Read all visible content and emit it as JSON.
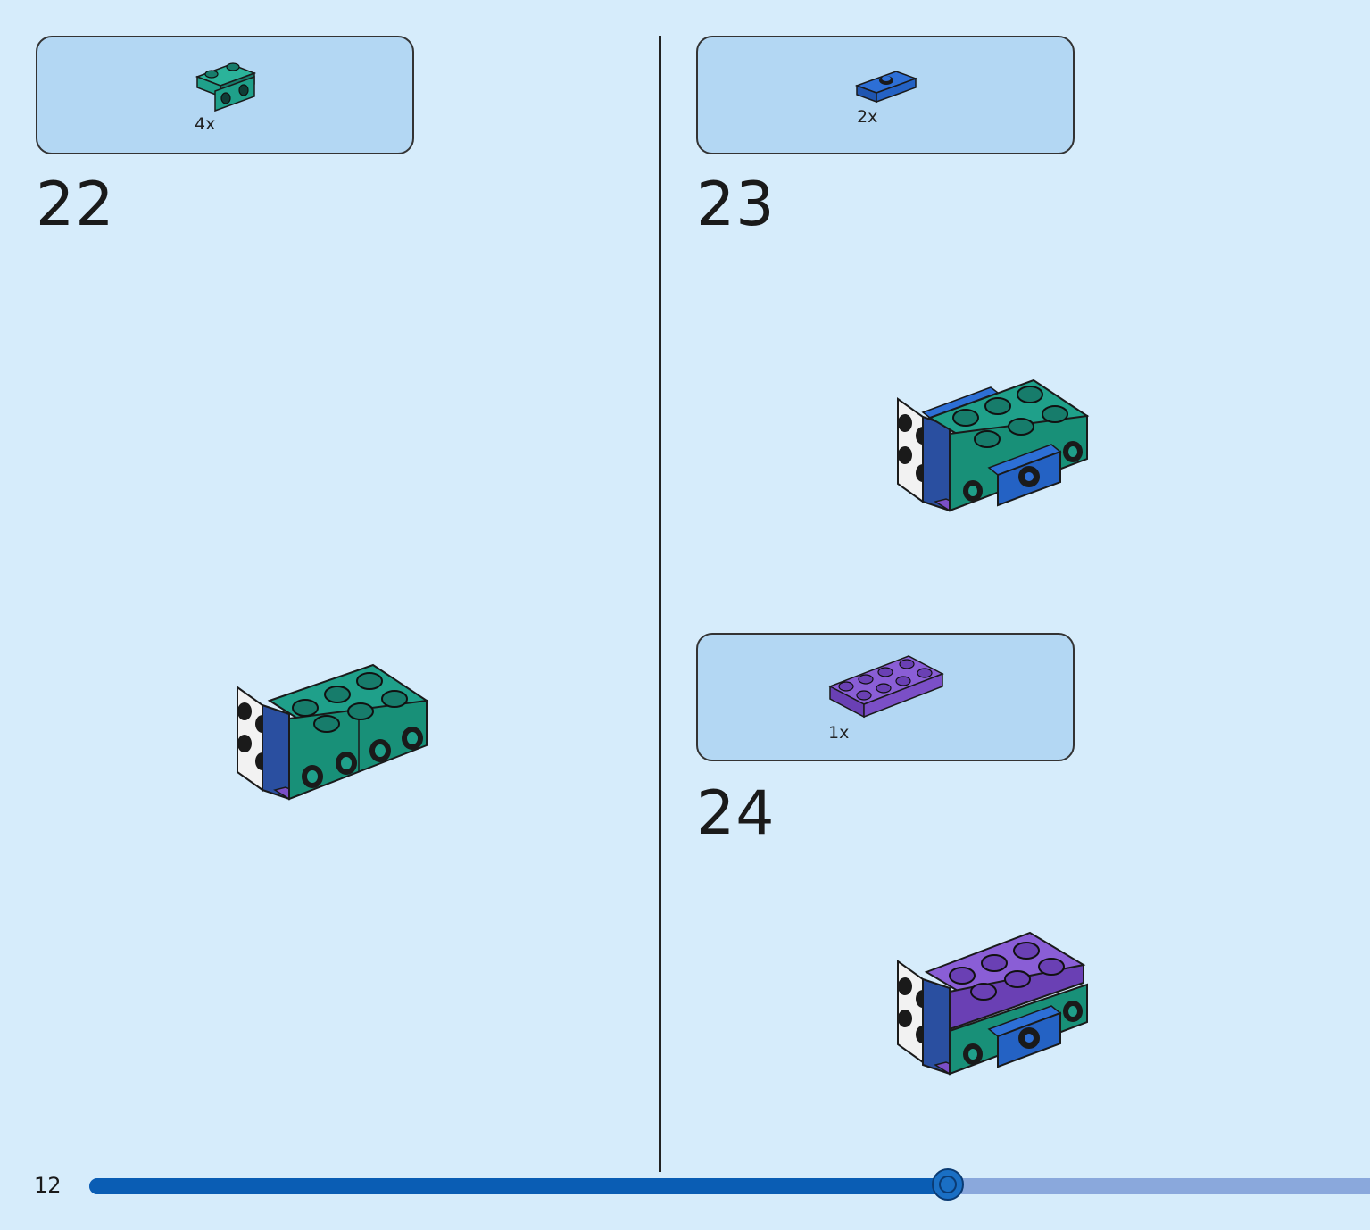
{
  "page": {
    "number": "12"
  },
  "progress": {
    "fraction": 0.655
  },
  "steps": [
    {
      "number": "22",
      "parts": [
        {
          "qty": "4x",
          "color": "#1fa08a",
          "name": "teal-bracket-1x2"
        }
      ]
    },
    {
      "number": "23",
      "parts": [
        {
          "qty": "2x",
          "color": "#2d6fd6",
          "name": "blue-jumper-plate-1x2"
        }
      ]
    },
    {
      "number": "24",
      "parts": [
        {
          "qty": "1x",
          "color": "#7b4fc7",
          "name": "purple-plate-2x4"
        }
      ]
    }
  ],
  "colors": {
    "background": "#d6ecfb",
    "parts_box": "#b3d7f3",
    "teal": "#1fa08a",
    "blue": "#2d6fd6",
    "purple": "#7b4fc7",
    "white": "#f2f2f2",
    "progress_fill": "#0a5db4",
    "progress_track": "#8aa8dc"
  }
}
